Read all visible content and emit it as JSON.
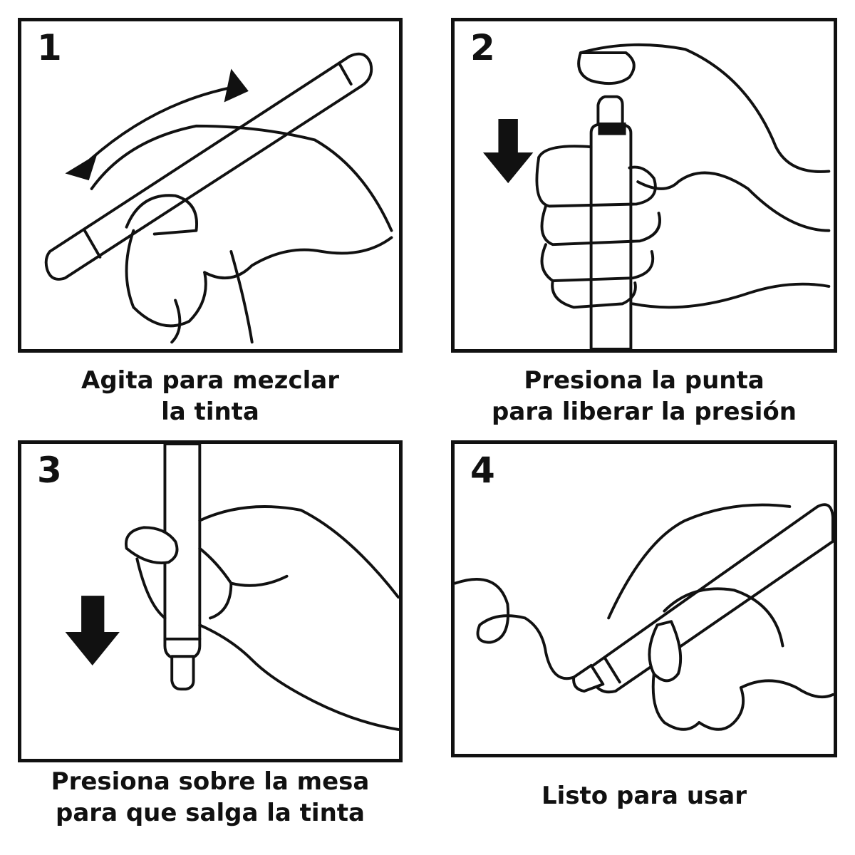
{
  "steps": [
    {
      "number": "1",
      "caption_line1": "Agita para mezclar",
      "caption_line2": "la tinta"
    },
    {
      "number": "2",
      "caption_line1": "Presiona la punta",
      "caption_line2": "para liberar la presión"
    },
    {
      "number": "3",
      "caption_line1": "Presiona sobre la mesa",
      "caption_line2": "para que salga la tinta"
    },
    {
      "number": "4",
      "caption_line1": "Listo para usar",
      "caption_line2": ""
    }
  ],
  "icons": {
    "step1": [
      "hand-icon",
      "marker-pen-icon",
      "shake-arrow-icon"
    ],
    "step2": [
      "hand-icon",
      "marker-pen-icon",
      "down-arrow-icon"
    ],
    "step3": [
      "hand-icon",
      "marker-pen-icon",
      "down-arrow-icon"
    ],
    "step4": [
      "hand-icon",
      "marker-pen-icon",
      "scribble-line-icon"
    ]
  },
  "colors": {
    "ink": "#111111",
    "background": "#ffffff"
  }
}
